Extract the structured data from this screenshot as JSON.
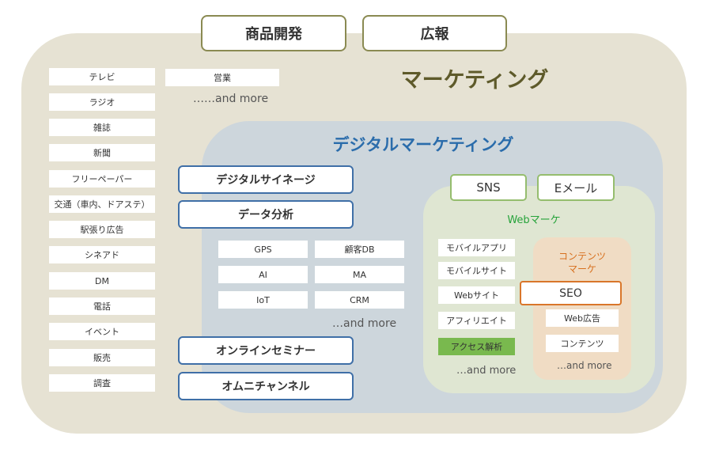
{
  "top_boxes": [
    "商品開発",
    "広報"
  ],
  "marketing": {
    "title": "マーケティング",
    "traditional_media": [
      "テレビ",
      "ラジオ",
      "雑誌",
      "新聞",
      "フリーペーパー",
      "交通（車内、ドアステ）",
      "駅張り広告",
      "シネアド",
      "DM",
      "電話",
      "イベント",
      "販売",
      "調査"
    ],
    "sales": "営業",
    "more": "……and more"
  },
  "digital": {
    "title": "デジタルマーケティング",
    "signage": "デジタルサイネージ",
    "data_analysis": "データ分析",
    "data_items": [
      "GPS",
      "顧客DB",
      "AI",
      "MA",
      "IoT",
      "CRM"
    ],
    "more": "…and more",
    "online_seminar": "オンラインセミナー",
    "omnichannel": "オムニチャンネル"
  },
  "channels": [
    "SNS",
    "Eメール"
  ],
  "web": {
    "title": "Webマーケ",
    "items": [
      "モバイルアプリ",
      "モバイルサイト",
      "Webサイト",
      "アフィリエイト",
      "アクセス解析"
    ],
    "more": "…and more"
  },
  "contents": {
    "title_line1": "コンテンツ",
    "title_line2": "マーケ",
    "seo": "SEO",
    "items": [
      "Web広告",
      "コンテンツ"
    ],
    "more": "…and more"
  },
  "colors": {
    "marketing_bg": "#e6e2d3",
    "digital_bg": "#cdd6dc",
    "web_bg": "#dfe6d2",
    "contents_bg": "#f0dcc4",
    "digital_title": "#2a6cab",
    "web_title": "#27a33b",
    "contents_title": "#d7701f",
    "highlight": "#79b94e"
  }
}
